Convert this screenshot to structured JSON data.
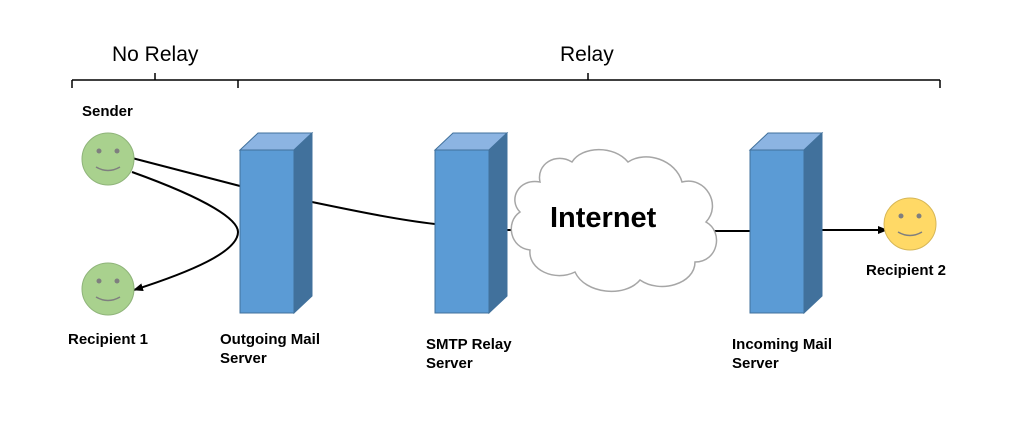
{
  "segments": {
    "no_relay": "No Relay",
    "relay": "Relay"
  },
  "actors": {
    "sender": "Sender",
    "recipient1": "Recipient 1",
    "recipient2": "Recipient 2"
  },
  "servers": {
    "outgoing": {
      "line1": "Outgoing Mail",
      "line2": "Server"
    },
    "smtp_relay": {
      "line1": "SMTP Relay",
      "line2": "Server"
    },
    "incoming": {
      "line1": "Incoming Mail",
      "line2": "Server"
    }
  },
  "cloud": {
    "label": "Internet"
  },
  "colors": {
    "server_front": "#5b9bd5",
    "server_top": "#8cb4e2",
    "server_side": "#41719c",
    "face_green": "#a9d18e",
    "face_yellow": "#ffd966",
    "face_stroke": "#7f7f7f",
    "line": "#000000"
  }
}
